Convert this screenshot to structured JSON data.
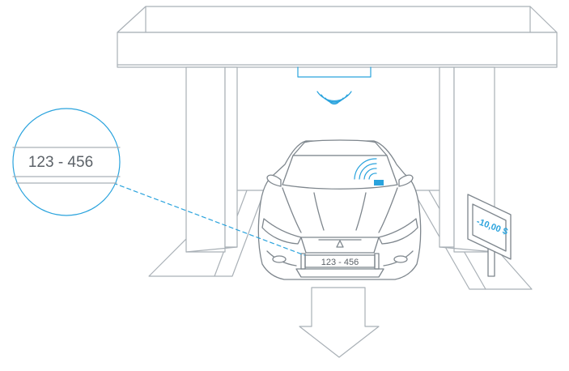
{
  "plate_number": "123 - 456",
  "zoom_plate_number": "123 - 456",
  "price": "-10,00 $",
  "icons": {
    "reader_signal": "wifi-signal-icon",
    "car_tag_signal": "wifi-signal-icon",
    "exit_arrow": "arrow-down-icon"
  },
  "colors": {
    "accent": "#2aa3dd",
    "line": "#a9b0b6",
    "line_dark": "#7e868d",
    "background": "#ffffff"
  }
}
